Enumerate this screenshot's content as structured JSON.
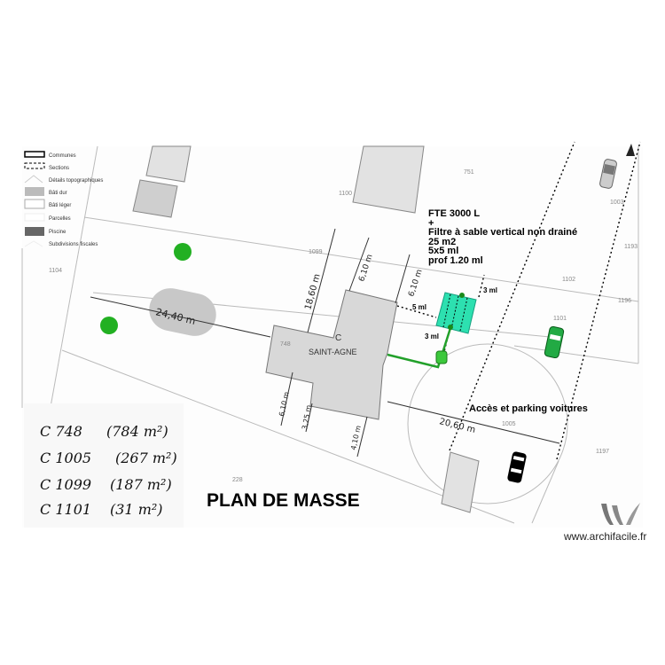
{
  "legend": {
    "items": [
      {
        "label": "Communes",
        "icon": "commune-outline-icon"
      },
      {
        "label": "Sections",
        "icon": "section-dashed-icon"
      },
      {
        "label": "Détails topographiques",
        "icon": "topo-icon"
      },
      {
        "label": "Bâti dur",
        "icon": "hard-building-icon"
      },
      {
        "label": "Bâti léger",
        "icon": "light-building-icon"
      },
      {
        "label": "Parcelles",
        "icon": "parcel-icon"
      },
      {
        "label": "Piscine",
        "icon": "pool-icon"
      },
      {
        "label": "Subdivisions fiscales",
        "icon": "fiscal-icon"
      }
    ]
  },
  "parcels": {
    "p1100": "1100",
    "p751": "751",
    "p1003": "1003",
    "p1099": "1099",
    "p1104": "1104",
    "p1102": "1102",
    "p1193": "1193",
    "p1196": "1196",
    "p1101": "1101",
    "p748": "748",
    "p1005": "1005",
    "p1197": "1197",
    "p228": "228"
  },
  "building": {
    "label": "SAINT-AGNE",
    "marker": "C"
  },
  "dimensions": {
    "d1": "24,40 m",
    "d2": "18,60 m",
    "d3": "6,10 m",
    "d4": "6,10 m",
    "d5": "6,10 m",
    "d6": "3,25 m",
    "d7": "4,10 m",
    "d8": "20,60 m"
  },
  "filter_note": {
    "line1": "FTE 3000 L",
    "line2": "+",
    "line3": "Filtre à sable vertical non drainé",
    "line4": "25 m2",
    "line5": "5x5 ml",
    "line6": "prof 1.20 ml"
  },
  "distances": {
    "top": "3 ml",
    "left": "5 ml",
    "bottom": "3 ml"
  },
  "access_label": "Accès et parking voitures",
  "areas": [
    {
      "parcel": "C 748",
      "area": "(784 m²)"
    },
    {
      "parcel": "C 1005",
      "area": "(267 m²)"
    },
    {
      "parcel": "C 1099",
      "area": "(187 m²)"
    },
    {
      "parcel": "C 1101",
      "area": "(31 m²)"
    }
  ],
  "title": "PLAN DE MASSE",
  "watermark": "www.archifacile.fr",
  "colors": {
    "filter": "#2de0b0",
    "pipe": "#22a02a",
    "tree": "#22b022",
    "building": "#d8d8d8"
  }
}
